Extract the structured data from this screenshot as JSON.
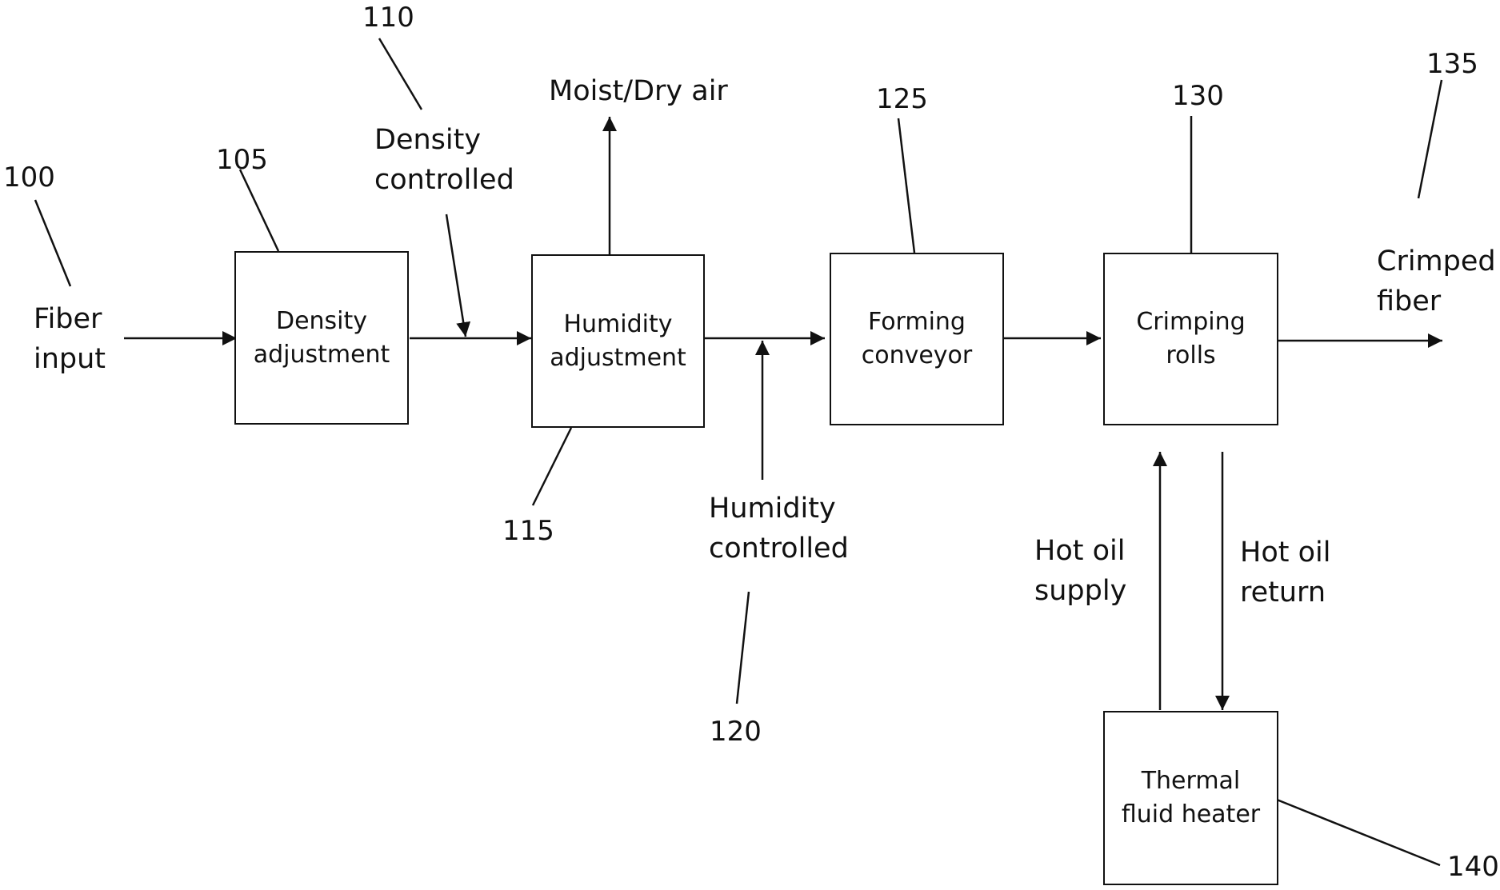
{
  "boxes": {
    "density": [
      "Density",
      "adjustment"
    ],
    "humidity": [
      "Humidity",
      "adjustment"
    ],
    "forming": [
      "Forming",
      "conveyor"
    ],
    "crimping": [
      "Crimping",
      "rolls"
    ],
    "heater": [
      "Thermal",
      "fluid heater"
    ]
  },
  "labels": {
    "fiber_input": [
      "Fiber",
      "input"
    ],
    "density_controlled": [
      "Density",
      "controlled"
    ],
    "moist_dry_air": "Moist/Dry air",
    "humidity_controlled": [
      "Humidity",
      "controlled"
    ],
    "crimped_fiber": [
      "Crimped",
      "fiber"
    ],
    "hot_oil_supply": [
      "Hot oil",
      "supply"
    ],
    "hot_oil_return": [
      "Hot oil",
      "return"
    ]
  },
  "refs": {
    "r100": "100",
    "r105": "105",
    "r110": "110",
    "r115": "115",
    "r120": "120",
    "r125": "125",
    "r130": "130",
    "r135": "135",
    "r140": "140"
  }
}
